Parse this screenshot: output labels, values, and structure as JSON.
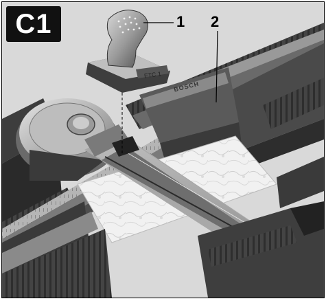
{
  "figure": {
    "label": "C1",
    "callouts": [
      {
        "number": "1"
      },
      {
        "number": "2"
      }
    ],
    "tool_display_text": "FTC 1",
    "device_brand_text": "BOSCH"
  },
  "colors": {
    "badge": "#111111",
    "background": "#d9d9d9",
    "rail_dark": "#3a3a3a",
    "rail_mid": "#8c8c8c",
    "rail_light": "#c9c9c9",
    "tile": "#eeeeee"
  },
  "icons": [
    "gearshift-knob-tool",
    "cutter-wheel-icon",
    "leader-line-icon"
  ]
}
